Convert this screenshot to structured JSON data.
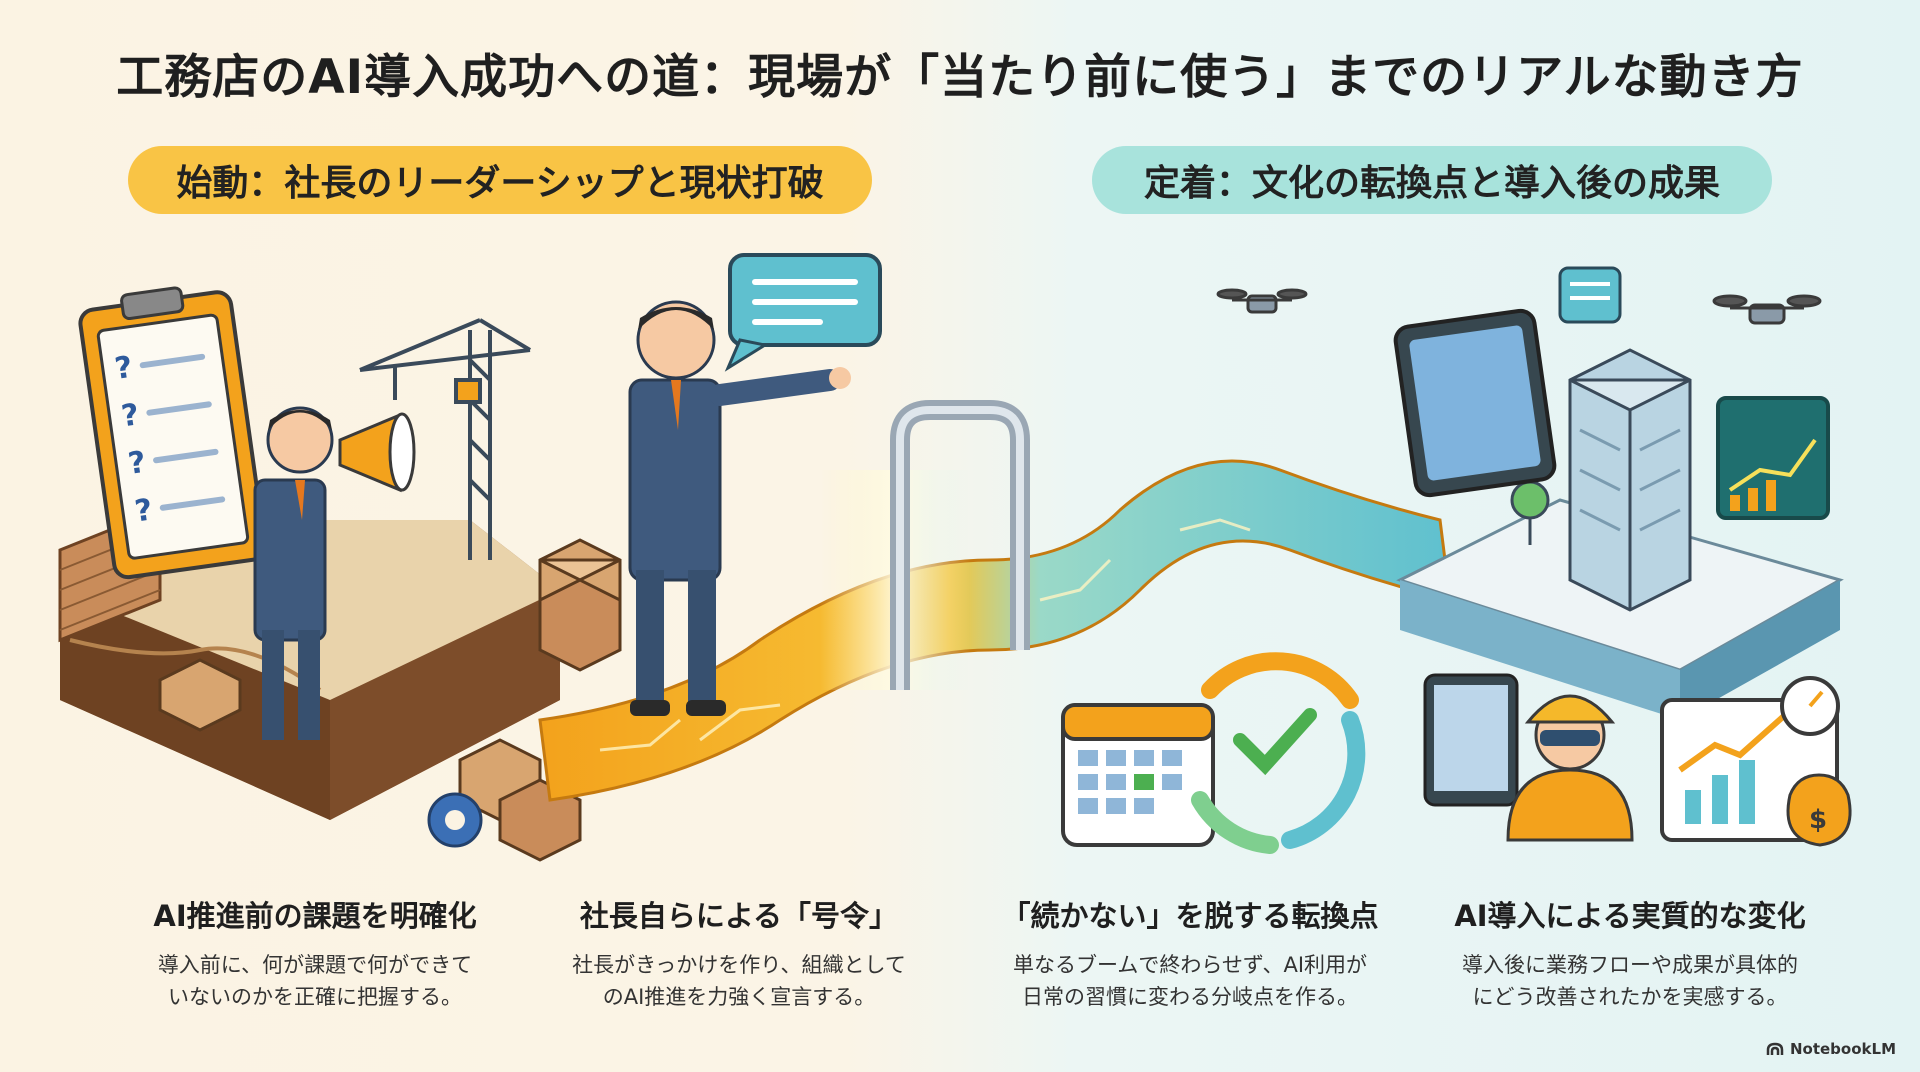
{
  "title": "工務店のAI導入成功への道：現場が「当たり前に使う」までのリアルな動き方",
  "phases": [
    {
      "label": "始動：社長のリーダーシップと現状打破",
      "color": "#f9c445"
    },
    {
      "label": "定着：文化の転換点と導入後の成果",
      "color": "#a8e3dc"
    }
  ],
  "steps": [
    {
      "title": "AI推進前の課題を明確化",
      "lines": [
        "導入前に、何が課題で何ができて",
        "いないのかを正確に把握する。"
      ]
    },
    {
      "title": "社長自らによる「号令」",
      "lines": [
        "社長がきっかけを作り、組織として",
        "のAI推進を力強く宣言する。"
      ]
    },
    {
      "title": "「続かない」を脱する転換点",
      "lines": [
        "単なるブームで終わらせず、AI利用が",
        "日常の習慣に変わる分岐点を作る。"
      ]
    },
    {
      "title": "AI導入による実質的な変化",
      "lines": [
        "導入後に業務フローや成果が具体的",
        "にどう改善されたかを実感する。"
      ]
    }
  ],
  "brand": "NotebookLM",
  "icons": [
    "clipboard-icon",
    "megaphone-icon",
    "crane-icon",
    "gear-icon",
    "gate-icon",
    "drone-icon",
    "tablet-icon",
    "calendar-icon",
    "refresh-cycle-icon",
    "hardhat-worker-icon",
    "stopwatch-icon",
    "money-bag-icon",
    "growth-chart-icon",
    "speech-bubble-icon"
  ]
}
